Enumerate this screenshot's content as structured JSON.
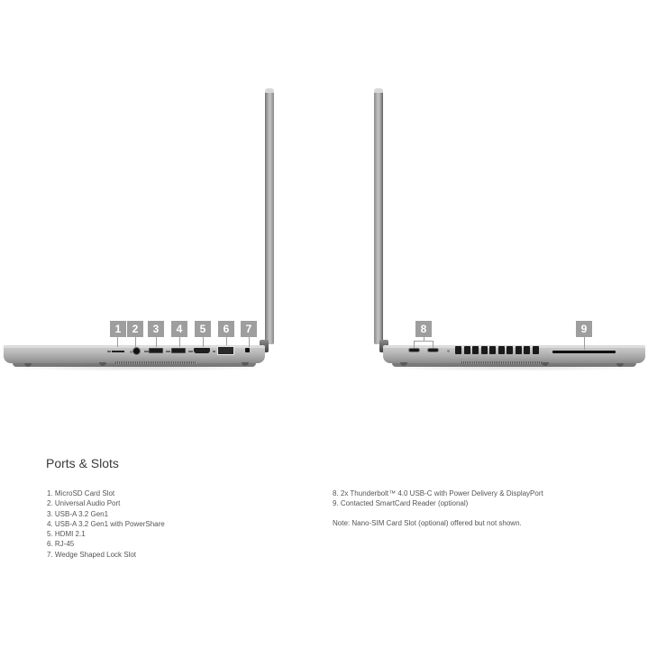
{
  "page": {
    "background": "#ffffff",
    "badge_color": "#9e9e9e"
  },
  "left_view": {
    "description": "Left side view of laptop",
    "badges": [
      {
        "number": "1",
        "port": "MicroSD Card Slot"
      },
      {
        "number": "2",
        "port": "Universal Audio Port"
      },
      {
        "number": "3",
        "port": "USB-A 3.2 Gen1"
      },
      {
        "number": "4",
        "port": "USB-A 3.2 Gen1 with PowerShare"
      },
      {
        "number": "5",
        "port": "HDMI 2.1"
      },
      {
        "number": "6",
        "port": "RJ-45"
      },
      {
        "number": "7",
        "port": "Wedge Shaped Lock Slot"
      }
    ]
  },
  "right_view": {
    "description": "Right side view of laptop",
    "badges": [
      {
        "number": "8",
        "port": "2x Thunderbolt 4.0 USB-C"
      },
      {
        "number": "9",
        "port": "Contacted SmartCard Reader"
      }
    ]
  },
  "ports_section": {
    "title": "Ports & Slots",
    "left_list": [
      "1. MicroSD Card Slot",
      "2. Universal Audio Port",
      "3. USB-A 3.2 Gen1",
      "4. USB-A 3.2 Gen1 with PowerShare",
      "5. HDMI 2.1",
      "6. RJ-45",
      "7. Wedge Shaped Lock Slot"
    ],
    "right_list": [
      "8. 2x Thunderbolt™ 4.0 USB-C with Power Delivery & DisplayPort",
      "9. Contacted SmartCard Reader (optional)"
    ],
    "note": "Note: Nano-SIM Card Slot (optional) offered but not shown."
  }
}
